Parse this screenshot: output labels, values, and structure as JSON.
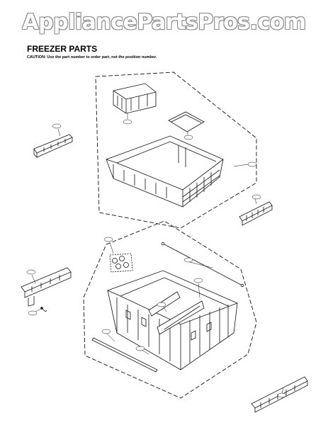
{
  "watermark": "AppliancePartsPros.com",
  "header": {
    "title": "FREEZER PARTS",
    "caution": "CAUTION: Use the part number to order part, not the position number."
  },
  "callouts": {
    "upper_bin": "",
    "upper_cover": "",
    "upper_drawer": "",
    "upper_group": "",
    "left_rail_top": "",
    "right_rail_top": "",
    "lower_group": "",
    "cap_set": "",
    "rod": "",
    "left_rail_mid": "",
    "screw": "",
    "basket": "",
    "divider": "",
    "guide_rail": "",
    "bottom_rail": ""
  }
}
